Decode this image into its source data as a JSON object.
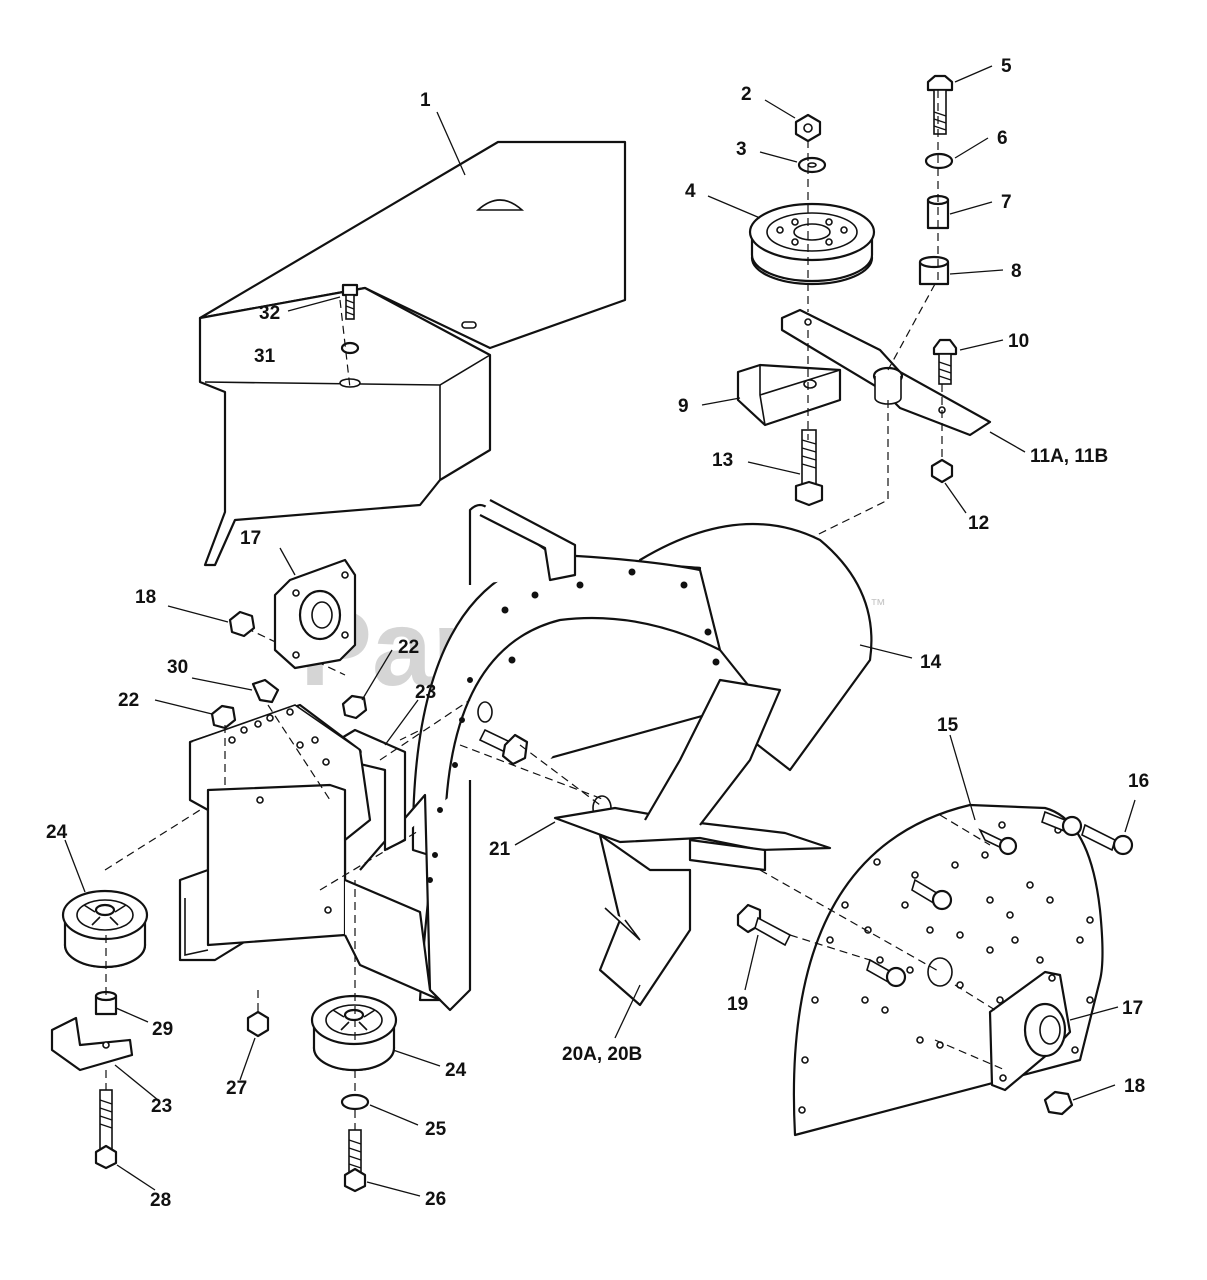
{
  "watermark": {
    "text": "PartsTree",
    "trademark": "™"
  },
  "callouts": {
    "c1": "1",
    "c2": "2",
    "c3": "3",
    "c4": "4",
    "c5": "5",
    "c6": "6",
    "c7": "7",
    "c8": "8",
    "c9": "9",
    "c10": "10",
    "c11": "11A, 11B",
    "c12": "12",
    "c13": "13",
    "c14": "14",
    "c15": "15",
    "c16": "16",
    "c17a": "17",
    "c17b": "17",
    "c18a": "18",
    "c18b": "18",
    "c19": "19",
    "c20": "20A, 20B",
    "c21": "21",
    "c22a": "22",
    "c22b": "22",
    "c23a": "23",
    "c23b": "23",
    "c24a": "24",
    "c24b": "24",
    "c25": "25",
    "c26": "26",
    "c27": "27",
    "c28": "28",
    "c29": "29",
    "c30": "30",
    "c31": "31",
    "c32": "32"
  }
}
